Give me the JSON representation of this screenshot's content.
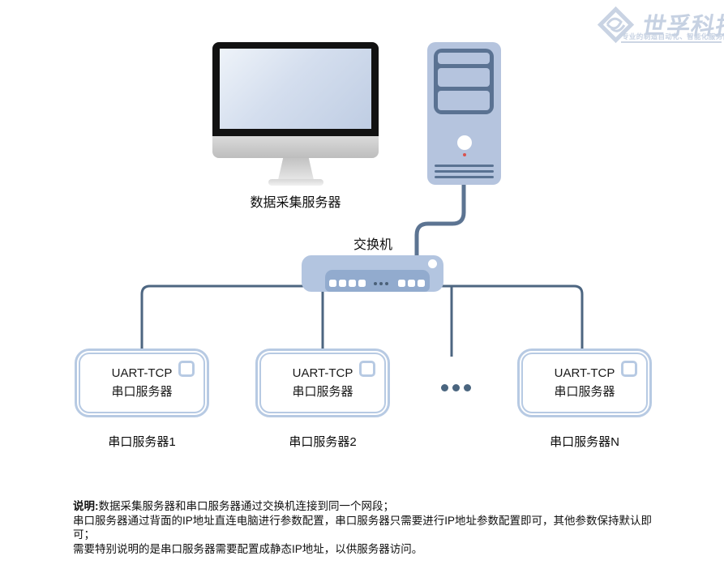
{
  "logo": {
    "brand": "世孚科技",
    "tagline": "专业的制造自动化、智能化服务商"
  },
  "diagram": {
    "data_server_label": "数据采集服务器",
    "switch_label": "交换机",
    "uart_box": {
      "line1": "UART-TCP",
      "line2": "串口服务器"
    },
    "server_labels": [
      "串口服务器1",
      "串口服务器2",
      "串口服务器N"
    ]
  },
  "notes": {
    "prefix": "说明:",
    "line1": "数据采集服务器和串口服务器通过交换机连接到同一个网段；",
    "line2": "串口服务器通过背面的IP地址直连电脑进行参数配置，串口服务器只需要进行IP地址参数配置即可，其他参数保持默认即可；",
    "line3": "需要特别说明的是串口服务器需要配置成静态IP地址，以供服务器访问。"
  },
  "colors": {
    "connection_line": "#4d6681",
    "cable": "#5c7492",
    "device_fill": "#b3c5e0",
    "device_panel": "#92abce",
    "device_outline": "#5a7292",
    "box_border": "#b7cae3",
    "ellipsis_dot": "#4a657f",
    "logo": "#c6d1e2"
  }
}
